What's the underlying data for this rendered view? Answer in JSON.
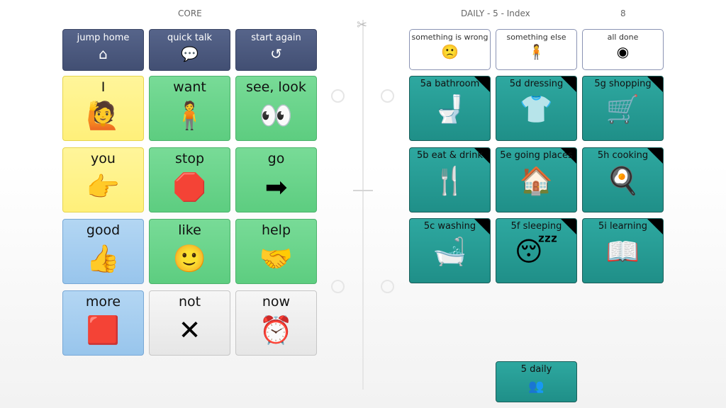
{
  "left_panel": {
    "title": "CORE",
    "nav": [
      {
        "label": "jump home",
        "icon": "home-icon",
        "glyph": "⌂"
      },
      {
        "label": "quick talk",
        "icon": "chat-icon",
        "glyph": "💬"
      },
      {
        "label": "start again",
        "icon": "undo-icon",
        "glyph": "↺"
      }
    ],
    "cells": [
      {
        "label": "I",
        "glyph": "🙋",
        "color": "y"
      },
      {
        "label": "want",
        "glyph": "🧍",
        "color": "g"
      },
      {
        "label": "see, look",
        "glyph": "👀",
        "color": "g"
      },
      {
        "label": "you",
        "glyph": "👉",
        "color": "y"
      },
      {
        "label": "stop",
        "glyph": "🛑",
        "color": "g"
      },
      {
        "label": "go",
        "glyph": "➡",
        "color": "g"
      },
      {
        "label": "good",
        "glyph": "👍",
        "color": "b"
      },
      {
        "label": "like",
        "glyph": "🙂",
        "color": "g"
      },
      {
        "label": "help",
        "glyph": "🤝",
        "color": "g"
      },
      {
        "label": "more",
        "glyph": "🟥",
        "color": "b"
      },
      {
        "label": "not",
        "glyph": "✕",
        "color": "w"
      },
      {
        "label": "now",
        "glyph": "⏰",
        "color": "w"
      }
    ]
  },
  "right_panel": {
    "title": "DAILY - 5 - Index",
    "page": "8",
    "top": [
      {
        "label": "something is wrong",
        "glyph": "🙁"
      },
      {
        "label": "something else",
        "glyph": "🧍"
      },
      {
        "label": "all done",
        "glyph": "◉"
      }
    ],
    "cells": [
      {
        "label": "5a bathroom",
        "glyph": "🚽"
      },
      {
        "label": "5d dressing",
        "glyph": "👕"
      },
      {
        "label": "5g shopping",
        "glyph": "🛒"
      },
      {
        "label": "5b eat & drink",
        "glyph": "🍴"
      },
      {
        "label": "5e going places",
        "glyph": "🏠"
      },
      {
        "label": "5h cooking",
        "glyph": "🍳"
      },
      {
        "label": "5c washing",
        "glyph": "🛁"
      },
      {
        "label": "5f sleeping",
        "glyph": "😴"
      },
      {
        "label": "5i learning",
        "glyph": "📖"
      }
    ],
    "footer": {
      "label": "5 daily",
      "glyph": "👥"
    }
  }
}
